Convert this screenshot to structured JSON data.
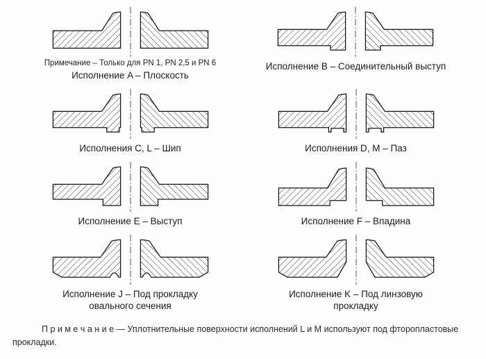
{
  "figures": [
    {
      "key": "A",
      "note": "Примечание – Только для PN 1, PN 2,5 и PN 6",
      "caption": "Исполнение A – Плоскость"
    },
    {
      "key": "B",
      "caption": "Исполнение B – Соединительный выступ"
    },
    {
      "key": "CL",
      "caption": "Исполнения C, L – Шип"
    },
    {
      "key": "DM",
      "caption": "Исполнения D, M – Паз"
    },
    {
      "key": "E",
      "caption": "Исполнение E – Выступ"
    },
    {
      "key": "F",
      "caption": "Исполнение F – Впадина"
    },
    {
      "key": "J",
      "caption": "Исполнение J – Под прокладку овального сечения"
    },
    {
      "key": "K",
      "caption": "Исполнение K – Под линзовую прокладку"
    }
  ],
  "footnote": "П р и м е ч а н и е  —  Уплотнительные поверхности исполнений L и M используют под фторопластовые прокладки.",
  "colors": {
    "line": "#161616",
    "hatch": "#333333",
    "centerline": "#444444",
    "background": "#fdfdfd"
  }
}
